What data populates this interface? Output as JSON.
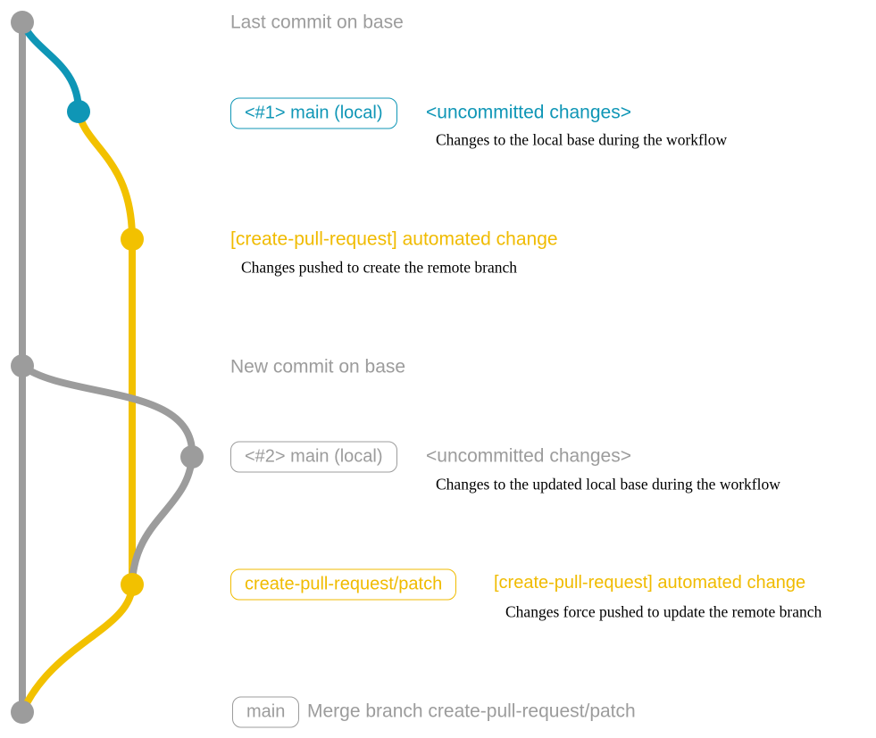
{
  "colors": {
    "gray": "#9c9c9c",
    "blue": "#0f96b6",
    "yellow": "#f2c100",
    "description_text": "#000000"
  },
  "labels": {
    "last_commit_on_base": "Last commit on base",
    "branch1_box": "<#1> main (local)",
    "branch1_status": "<uncommitted changes>",
    "branch1_description": "Changes to the local base during the workflow",
    "commit1_message": "[create-pull-request] automated change",
    "commit1_description": "Changes pushed to create the remote branch",
    "new_commit_on_base": "New commit on base",
    "branch2_box": "<#2> main (local)",
    "branch2_status": "<uncommitted changes>",
    "branch2_description": "Changes to the updated local base during the workflow",
    "patch_branch_box": "create-pull-request/patch",
    "commit2_message": "[create-pull-request] automated change",
    "commit2_description": "Changes force pushed to update the remote branch",
    "main_branch_box": "main",
    "merge_commit_message": "Merge branch create-pull-request/patch"
  }
}
